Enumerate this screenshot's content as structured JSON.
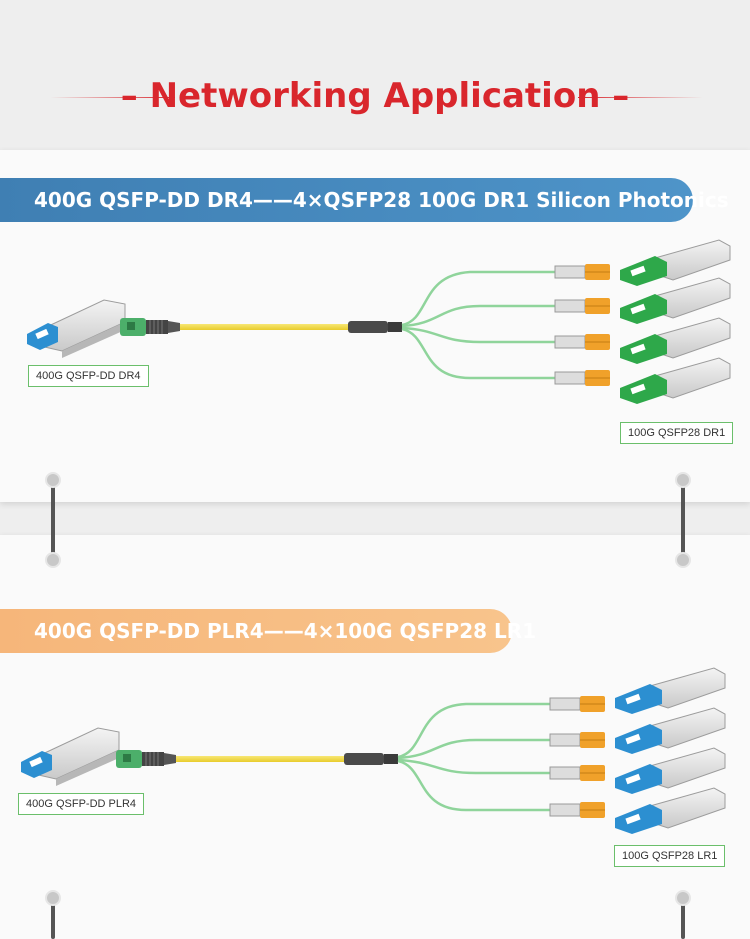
{
  "page": {
    "title": "Networking Application",
    "title_dash_left": "–",
    "title_dash_right": "–"
  },
  "colors": {
    "title_red": "#d9262c",
    "banner_blue": "#3f7fb3",
    "banner_orange": "#f6b67a",
    "cable_yellow": "#f3dd4a",
    "fiber_green": "#8fd49b",
    "connector_orange": "#f0a12a",
    "mpo_green": "#4caf6a",
    "latch_blue": "#2c8fd1",
    "latch_green": "#2ea84a"
  },
  "sections": [
    {
      "banner": "400G QSFP-DD DR4——4×QSFP28 100G DR1 Silicon Photonics",
      "left_module_label": "400G QSFP-DD DR4",
      "right_modules_label": "100G QSFP28 DR1",
      "breakout_count": 4,
      "right_latch": "green-latch-icon"
    },
    {
      "banner": "400G QSFP-DD PLR4——4×100G QSFP28 LR1",
      "left_module_label": "400G QSFP-DD PLR4",
      "right_modules_label": "100G QSFP28 LR1",
      "breakout_count": 4,
      "right_latch": "blue-latch-icon"
    }
  ]
}
